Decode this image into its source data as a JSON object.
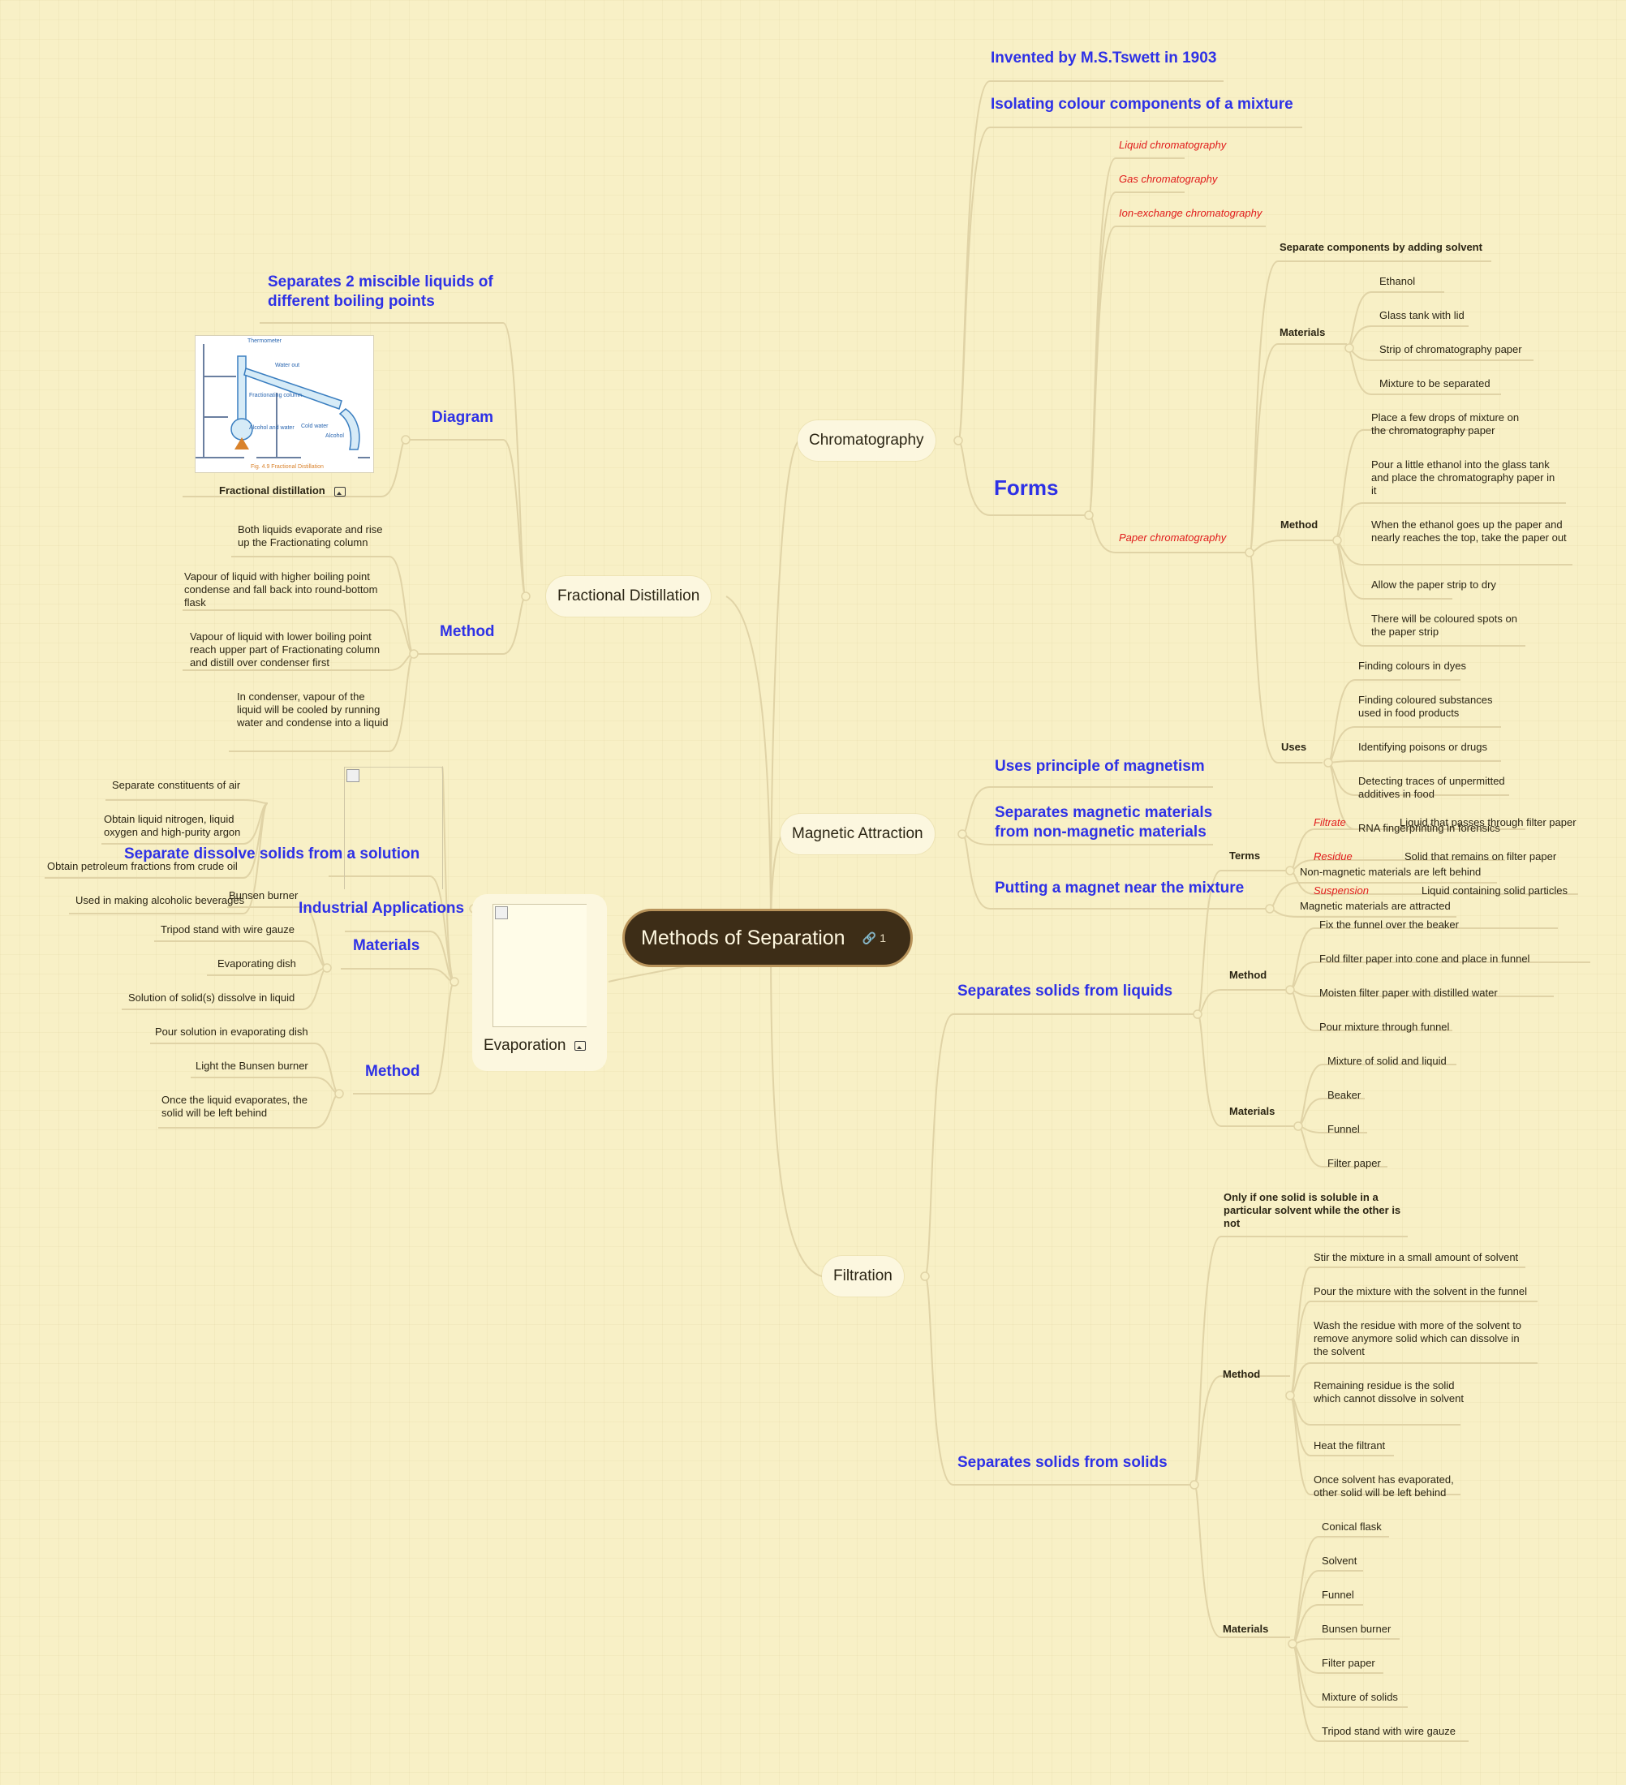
{
  "root": {
    "title": "Methods of Separation",
    "link_count": "1"
  },
  "chromatography": {
    "label": "Chromatography",
    "invented": "Invented by M.S.Tswett in 1903",
    "isolating": "Isolating colour components of a mixture",
    "forms_label": "Forms",
    "forms": [
      "Liquid chromatography",
      "Gas chromatography",
      "Ion-exchange chromatography",
      "Paper chromatography"
    ],
    "paper": {
      "separate": "Separate components by adding solvent",
      "materials_label": "Materials",
      "materials": [
        "Ethanol",
        "Glass tank with lid",
        "Strip of chromatography paper",
        "Mixture to be separated"
      ],
      "method_label": "Method",
      "method": [
        "Place a few drops of mixture on the chromatography paper",
        "Pour a little ethanol into the glass tank and place the chromatography paper in it",
        "When the ethanol goes up the paper and nearly reaches the top, take the paper out",
        "Allow the paper strip to dry",
        "There will be coloured spots on the paper strip"
      ],
      "uses_label": "Uses",
      "uses": [
        "Finding colours in dyes",
        "Finding coloured substances used in food products",
        "Identifying poisons or drugs",
        "Detecting traces of unpermitted additives in food",
        "RNA fingerprinting in forensics"
      ]
    }
  },
  "magnetic": {
    "label": "Magnetic Attraction",
    "principle": "Uses principle of magnetism",
    "separates": "Separates magnetic materials from non-magnetic materials",
    "putting": "Putting a magnet near the mixture",
    "results": [
      "Non-magnetic materials are left behind",
      "Magnetic materials are attracted"
    ]
  },
  "filtration": {
    "label": "Filtration",
    "liquids": {
      "label": "Separates solids from liquids",
      "terms_label": "Terms",
      "terms": [
        {
          "term": "Filtrate",
          "def": "Liquid that passes through filter paper"
        },
        {
          "term": "Residue",
          "def": "Solid that remains on filter paper"
        },
        {
          "term": "Suspension",
          "def": "Liquid containing solid particles"
        }
      ],
      "method_label": "Method",
      "method": [
        "Fix the funnel over the beaker",
        "Fold filter paper into cone and place in funnel",
        "Moisten filter paper with distilled water",
        "Pour mixture through funnel"
      ],
      "materials_label": "Materials",
      "materials": [
        "Mixture of solid and liquid",
        "Beaker",
        "Funnel",
        "Filter paper"
      ]
    },
    "solids": {
      "label": "Separates solids from solids",
      "condition": "Only if one solid is soluble in a particular solvent while the other is not",
      "method_label": "Method",
      "method": [
        "Stir the mixture in a small amount of solvent",
        "Pour the mixture with the solvent in the funnel",
        "Wash the residue with more of the solvent to remove anymore solid which can dissolve in the solvent",
        "Remaining residue is the solid which cannot dissolve in solvent",
        "Heat the filtrant",
        "Once solvent has evaporated, other solid will be left behind"
      ],
      "materials_label": "Materials",
      "materials": [
        "Conical flask",
        "Solvent",
        "Funnel",
        "Bunsen burner",
        "Filter paper",
        "Mixture of solids",
        "Tripod stand with wire gauze"
      ]
    }
  },
  "fractional": {
    "label": "Fractional Distillation",
    "separates": "Separates 2 miscible liquids of different boiling points",
    "diagram_label": "Diagram",
    "diagram_caption": "Fractional distillation",
    "diagram_image": {
      "labels": [
        "Thermometer",
        "Water out",
        "Fractionating column",
        "Cold water",
        "Alcohol and water",
        "Alcohol"
      ],
      "fig": "Fig. 4.9 Fractional Distillation"
    },
    "method_label": "Method",
    "method": [
      "Both liquids evaporate and rise up the Fractionating column",
      "Vapour of liquid with higher boiling point condense and fall back into round-bottom flask",
      "Vapour of liquid with lower boiling point reach upper part of Fractionating column and distill over condenser first",
      "In condenser, vapour of the liquid will be cooled by running water and condense into a liquid"
    ],
    "industrial_label": "Industrial Applications",
    "industrial": [
      "Separate constituents of air",
      "Obtain liquid nitrogen, liquid oxygen and high-purity argon",
      "Obtain petroleum fractions from crude oil",
      "Used in making alcoholic beverages"
    ]
  },
  "evaporation": {
    "label": "Evaporation",
    "separate": "Separate dissolve solids from a solution",
    "materials_label": "Materials",
    "materials": [
      "Bunsen burner",
      "Tripod stand with wire gauze",
      "Evaporating dish",
      "Solution of solid(s) dissolve in liquid"
    ],
    "method_label": "Method",
    "method": [
      "Pour solution in evaporating dish",
      "Light the Bunsen burner",
      "Once the liquid evaporates, the solid will be left behind"
    ]
  }
}
